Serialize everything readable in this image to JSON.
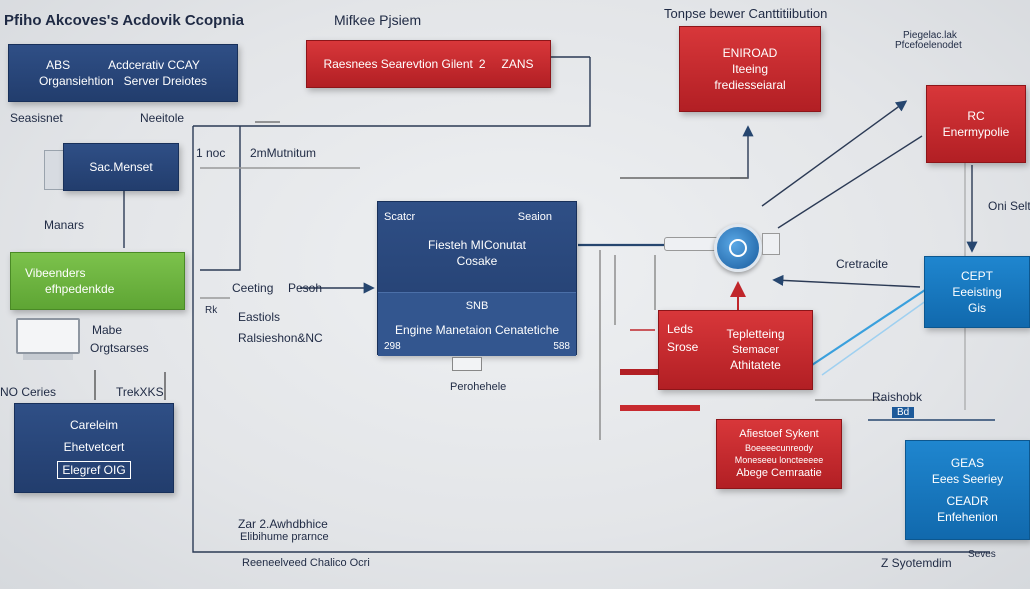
{
  "title_left": "Pfiho Akcoves's Acdovik Ccopnia",
  "title_center": "Mifkee Pjsiem",
  "title_right": "Tonpse bewer Canttitiibution",
  "top_right_note_1": "Piegelac.lak",
  "top_right_note_2": "Pfcefoelenodet",
  "box_org": {
    "line1a": "ABS",
    "line1b": "Acdcerativ CCAY",
    "line2a": "Organsiehtion",
    "line2b": "Server Dreiotes"
  },
  "box_red_top": {
    "text_a": "Raesnees Searevtion Gilent",
    "text_b": "2",
    "text_c": "ZANS"
  },
  "box_eniroad": {
    "line1": "ENIROAD",
    "line2": "Iteeing",
    "line3": "frediesseiaral"
  },
  "box_rc": {
    "line1": "RC",
    "line2": "Enermypolie"
  },
  "label_sensiehet": "Seasisnet",
  "label_neethole": "Neeitole",
  "label_1noc": "1 noc",
  "label_2mamatum": "2mMutnitum",
  "box_server": {
    "text": "Sac.Menset"
  },
  "label_manars": "Manars",
  "box_green": {
    "line1": "Vibeenders",
    "line2": "efhpedenkde"
  },
  "label_mabe": "Mabe",
  "label_orgtsances": "Orgtsarses",
  "label_ceeting": "Ceeting",
  "label_perssh": "Pesoh",
  "label_rk": "Rk",
  "label_eastriels": "Eastiols",
  "label_ralsieshenc": "Ralsieshon&NC",
  "label_noceries": "NO Ceries",
  "label_trekuks": "TrekXKS",
  "box_career": {
    "line1": "Careleim",
    "line2": "Ehetvetcert",
    "line3": "Elegref OIG"
  },
  "box_main": {
    "top_left": "Scatcr",
    "top_right": "Seaion",
    "line2": "Fiesteh MIConutat",
    "line3": "Cosake",
    "line4": "SNB",
    "line5": "Engine Manetaion Cenatetiche",
    "corner_left": "298",
    "corner_right": "588"
  },
  "label_perohehel": "Perohehele",
  "label_on_set": "Oni Selt",
  "label_ceetrecite": "Cretracite",
  "box_cept": {
    "line1": "CEPT",
    "line2": "Eeeisting",
    "line3": "Gis"
  },
  "box_red_mid": {
    "side1": "Leds",
    "side2": "Srose",
    "line1": "Tepletteing",
    "line2": "Stemacer",
    "line3": "Athitatete"
  },
  "label_raeshbk": "Raishobk",
  "label_bd": "Bd",
  "box_red_lower": {
    "line1": "Afiestoef Sykent",
    "line2": "Boeeeecunreody",
    "line3": "Moneseeu loncteeeee",
    "line4": "Abege Cemraatie"
  },
  "box_geas": {
    "line1": "GEAS",
    "line2": "Eees Seeriey",
    "line3": "CEADR",
    "line4": "Enfehenion"
  },
  "label_zar": "Zar 2.Awhdbhice",
  "label_elibtuse": "Elibihume prarnce",
  "label_bottom": "Reeneelveed Chalico Ocri",
  "label_bottom_right": "Z Syotemdim",
  "label_seves": "Seves",
  "colors": {
    "navy": "#223d6d",
    "red": "#c0262b",
    "blue": "#1677c2",
    "green": "#6db33f"
  }
}
